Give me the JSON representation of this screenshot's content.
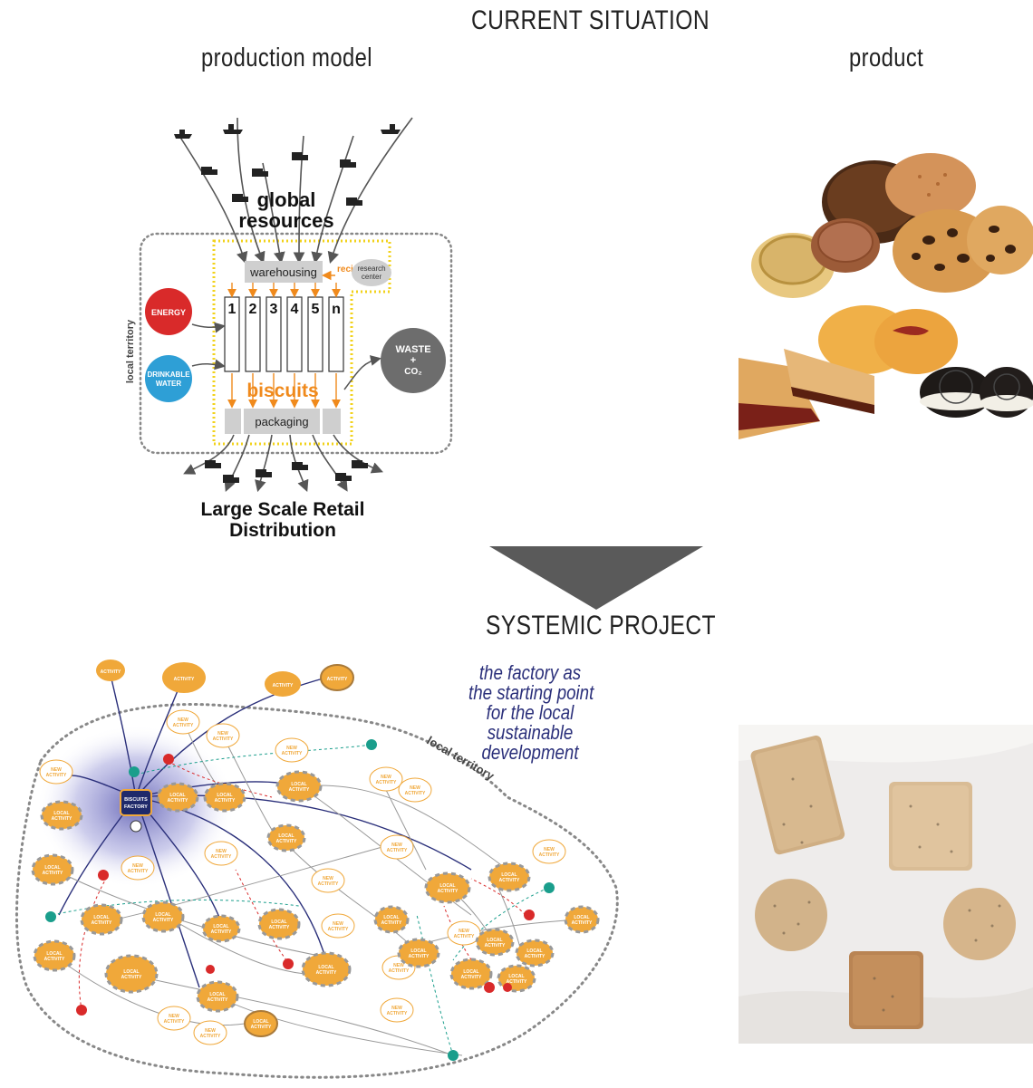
{
  "headings": {
    "current": "CURRENT SITUATION",
    "production_model": "production model",
    "product": "product",
    "systemic": "SYSTEMIC PROJECT"
  },
  "production_diagram": {
    "global_resources": [
      "global",
      "resources"
    ],
    "warehousing": "warehousing",
    "recipe": "recipe",
    "research_center": [
      "research",
      "center"
    ],
    "lines": [
      "1",
      "2",
      "3",
      "4",
      "5",
      "n"
    ],
    "energy": "ENERGY",
    "drinkable_water": [
      "DRINKABLE",
      "WATER"
    ],
    "waste": [
      "WASTE",
      "+",
      "CO₂"
    ],
    "biscuits": "biscuits",
    "packaging": "packaging",
    "local_territory": "local territory",
    "distribution": [
      "Large Scale Retail",
      "Distribution"
    ]
  },
  "systemic_diagram": {
    "tagline": [
      "the factory as",
      "the starting point",
      "for the local",
      "sustainable",
      "development"
    ],
    "local_territory": "local territory",
    "factory": [
      "BISCUITS",
      "FACTORY"
    ],
    "activity": "ACTIVITY",
    "new_activity": [
      "NEW",
      "ACTIVITY"
    ],
    "local_activity": [
      "LOCAL",
      "ACTIVITY"
    ]
  },
  "colors": {
    "activity_orange": "#f0a83a",
    "factory_navy": "#1f2a6b",
    "energy_red": "#d92a2a",
    "water_blue": "#2e9fd6",
    "waste_gray": "#6d6d6d",
    "recipe_orange": "#f08a1c",
    "boundary_yellow": "#f2d21a",
    "teal": "#1a9e8c"
  }
}
